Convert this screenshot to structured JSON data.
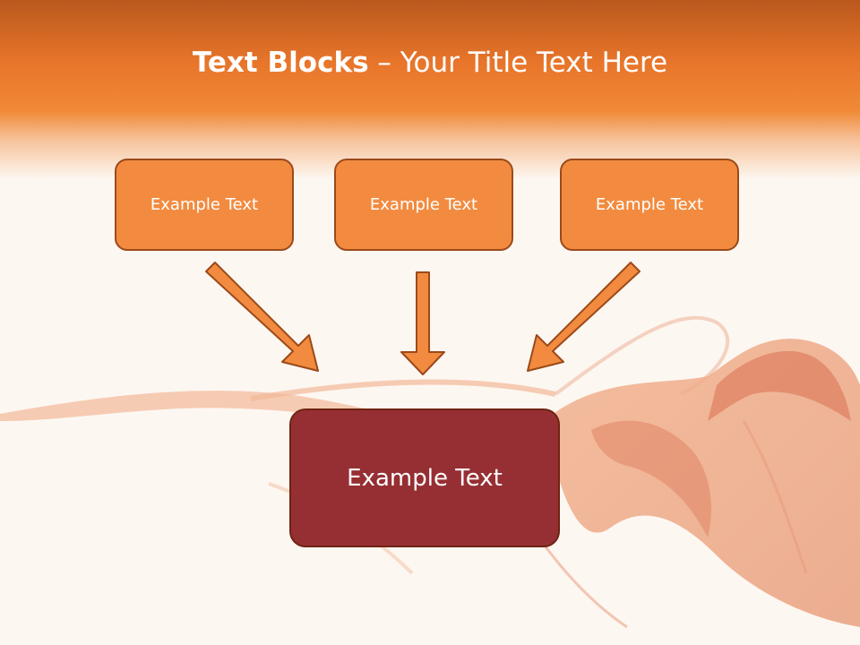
{
  "slide": {
    "title_bold": "Text Blocks",
    "title_dash": " – ",
    "title_rest": "Your Title Text Here",
    "boxes": [
      {
        "text": "Example Text"
      },
      {
        "text": "Example Text"
      },
      {
        "text": "Example Text"
      }
    ],
    "center_box": {
      "text": "Example Text"
    }
  },
  "colors": {
    "header_orange": "#e8752a",
    "box_fill": "#f28b3f",
    "box_border": "#9b4a1a",
    "center_fill": "#962f33",
    "background": "#fdf7f1"
  }
}
